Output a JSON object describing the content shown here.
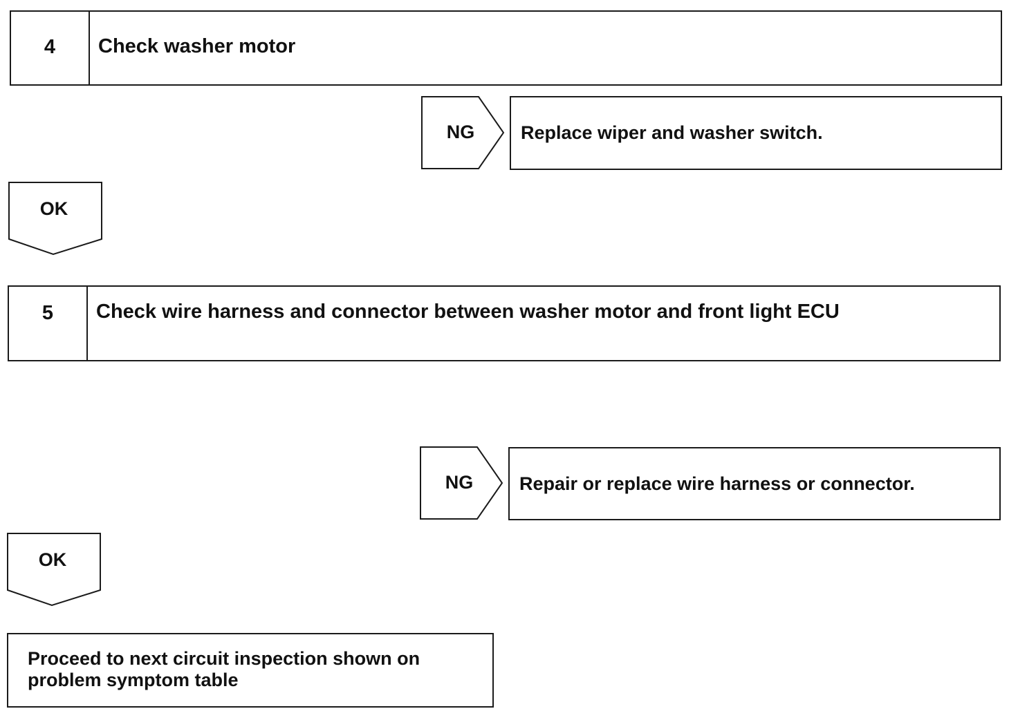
{
  "steps": [
    {
      "number": "4",
      "title": "Check washer motor",
      "ng_label": "NG",
      "ng_result": "Replace wiper and washer switch.",
      "ok_label": "OK"
    },
    {
      "number": "5",
      "title": "Check wire harness and connector between washer motor and front light ECU",
      "ng_label": "NG",
      "ng_result": "Repair or replace wire harness or connector.",
      "ok_label": "OK"
    }
  ],
  "final": {
    "line1": "Proceed to next circuit inspection shown on",
    "line2": "problem symptom table"
  }
}
